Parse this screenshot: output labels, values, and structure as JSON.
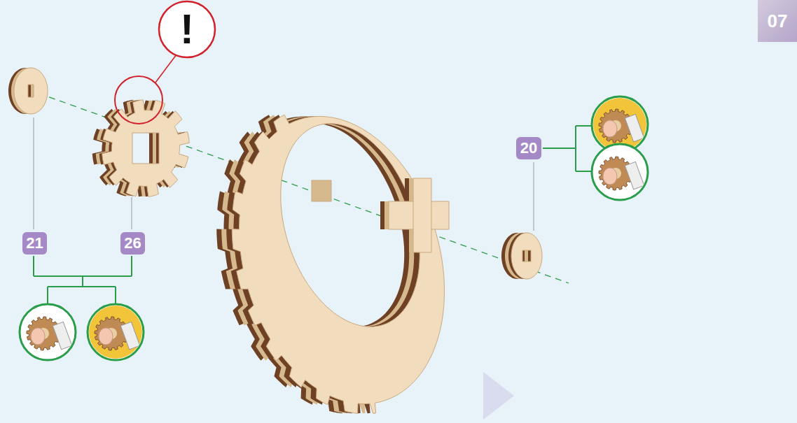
{
  "diagram": {
    "nodes": [
      {
        "text": [
          "07"
        ]
      },
      {
        "text": [
          "!"
        ]
      },
      {
        "text": [
          "21"
        ]
      },
      {
        "text": [
          "26"
        ]
      },
      {
        "text": [
          "20"
        ]
      }
    ]
  }
}
